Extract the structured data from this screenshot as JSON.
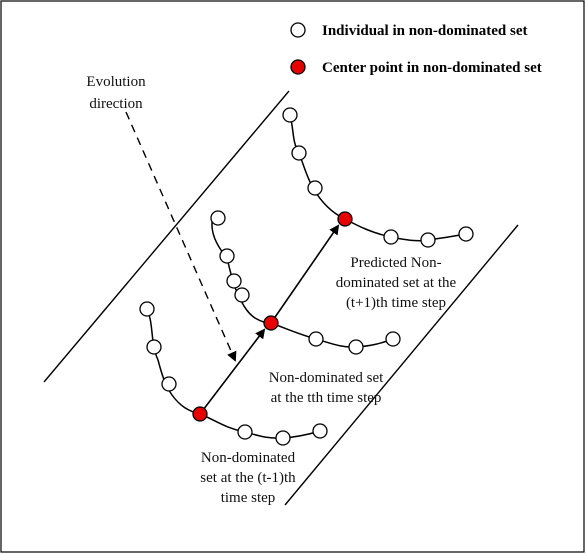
{
  "legend": {
    "individual": "Individual in non-dominated set",
    "center": "Center point in non-dominated set"
  },
  "evolution": {
    "line1": "Evolution",
    "line2": "direction"
  },
  "labels": {
    "set_t_minus_1": [
      "Non-dominated",
      "set at the (t-1)th",
      "time step"
    ],
    "set_t": [
      "Non-dominated set",
      "at the tth time step"
    ],
    "set_t_plus_1": [
      "Predicted Non-",
      "dominated set at the",
      "(t+1)th time step"
    ]
  },
  "colors": {
    "center_fill": "#e60000",
    "stroke": "#000000"
  }
}
